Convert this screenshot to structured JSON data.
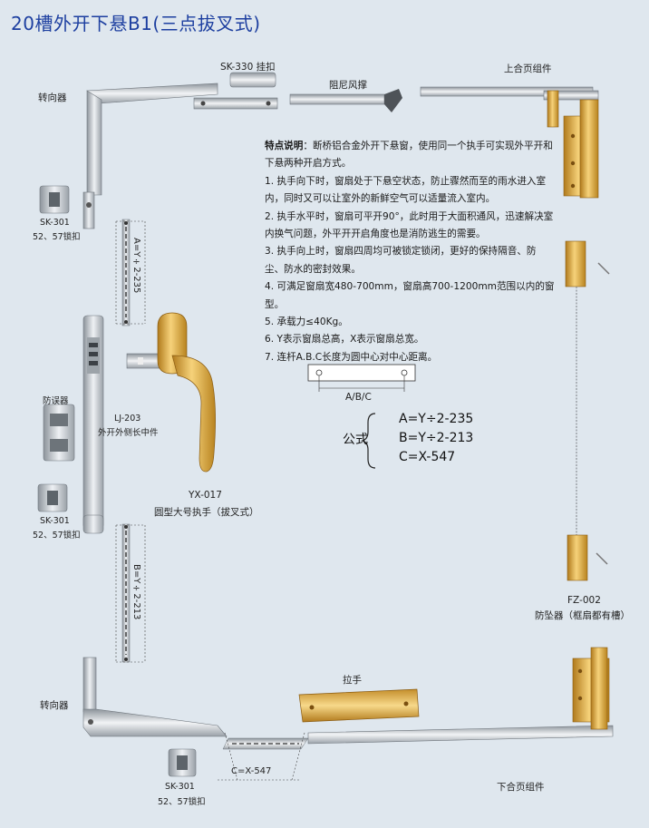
{
  "title": "20槽外开下悬B1(三点拔叉式)",
  "labels": {
    "sk330": "SK-330 挂扣",
    "damper": "阻尼风撑",
    "upper_hinge": "上合页组件",
    "corner_top": "转向器",
    "sk301_a": "SK-301",
    "sk301_a_sub": "52、57锁扣",
    "dim_a": "A=Y÷2-235",
    "anti_mis": "防误器",
    "lj203": "LJ-203",
    "lj203_sub": "外开外侧长中件",
    "sk301_b": "SK-301",
    "sk301_b_sub": "52、57锁扣",
    "handle_code": "YX-017",
    "handle_name": "圆型大号执手（拔叉式）",
    "dim_b": "B=Y÷2-213",
    "fz002": "FZ-002",
    "fz002_sub": "防坠器（框扇都有槽）",
    "corner_bottom": "转向器",
    "pull": "拉手",
    "sk301_c": "SK-301",
    "sk301_c_sub": "52、57锁扣",
    "dim_c": "C=X-547",
    "lower_hinge": "下合页组件"
  },
  "description": {
    "heading": "特点说明",
    "intro": "：断桥铝合金外开下悬窗，使用同一个执手可实现外平开和下悬两种开启方式。",
    "items": [
      "1. 执手向下时，窗扇处于下悬空状态，防止骤然而至的雨水进入室内，同时又可以让室外的新鲜空气可以适量流入室内。",
      "2. 执手水平时，窗扇可平开90°，此时用于大面积通风，迅速解决室内换气问题，外平开开启角度也是消防逃生的需要。",
      "3. 执手向上时，窗扇四周均可被锁定锁闭，更好的保持隔音、防尘、防水的密封效果。",
      "4. 可满足窗扇宽480-700mm，窗扇高700-1200mm范围以内的窗型。",
      "5. 承载力≤40Kg。",
      "6. Y表示窗扇总高，X表示窗扇总宽。",
      "7. 连杆A.B.C长度为圆中心对中心距离。"
    ]
  },
  "abc_label": "A/B/C",
  "formula": {
    "prefix": "公式",
    "lines": [
      "A=Y÷2-235",
      "B=Y÷2-213",
      "C=X-547"
    ]
  },
  "colors": {
    "background": "#dfe7ee",
    "title": "#1d3fa0",
    "gold": "#d9a63a",
    "silver": "#b9bec4"
  }
}
